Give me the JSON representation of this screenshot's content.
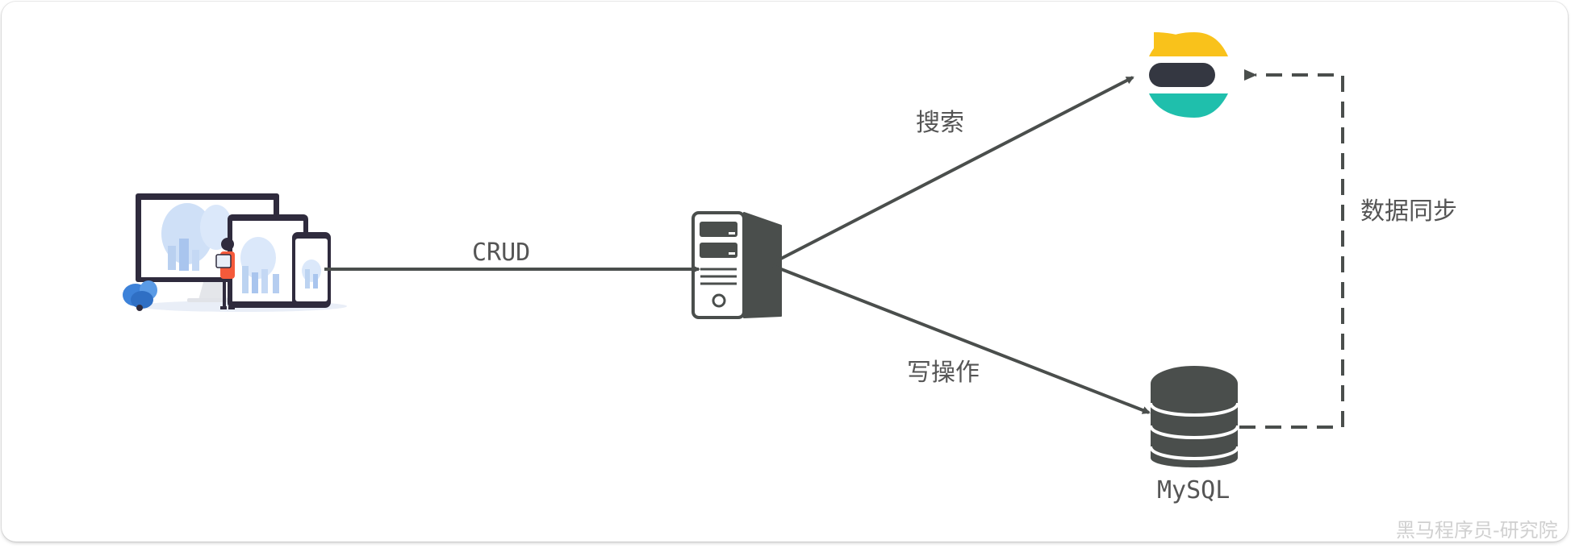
{
  "diagram": {
    "edges": {
      "crud_label": "CRUD",
      "search_label": "搜索",
      "write_label": "写操作",
      "sync_label": "数据同步"
    },
    "nodes": {
      "database_label": "MySQL"
    },
    "watermark": "黑马程序员-研究院",
    "colors": {
      "arrow": "#4a4e4c",
      "elastic_yellow": "#f9c21b",
      "elastic_dark": "#343741",
      "elastic_teal": "#1fbfac",
      "device_accent": "#3d82d9"
    }
  }
}
